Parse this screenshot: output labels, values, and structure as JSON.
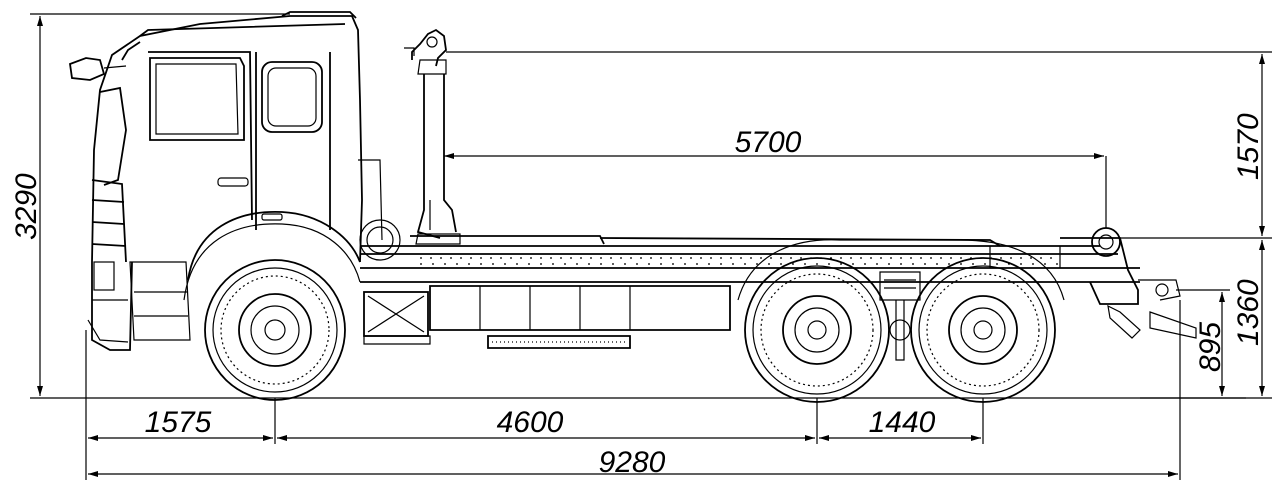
{
  "drawing": {
    "dimensions": {
      "overall_height": "3290",
      "front_overhang": "1575",
      "wheelbase_front_to_mid": "4600",
      "rear_axle_spacing": "1440",
      "overall_length": "9280",
      "hook_arm_length": "5700",
      "hook_height_above_frame": "1570",
      "frame_height": "1360",
      "coupling_height": "895"
    },
    "colors": {
      "line": "#000000",
      "background": "#ffffff"
    }
  }
}
